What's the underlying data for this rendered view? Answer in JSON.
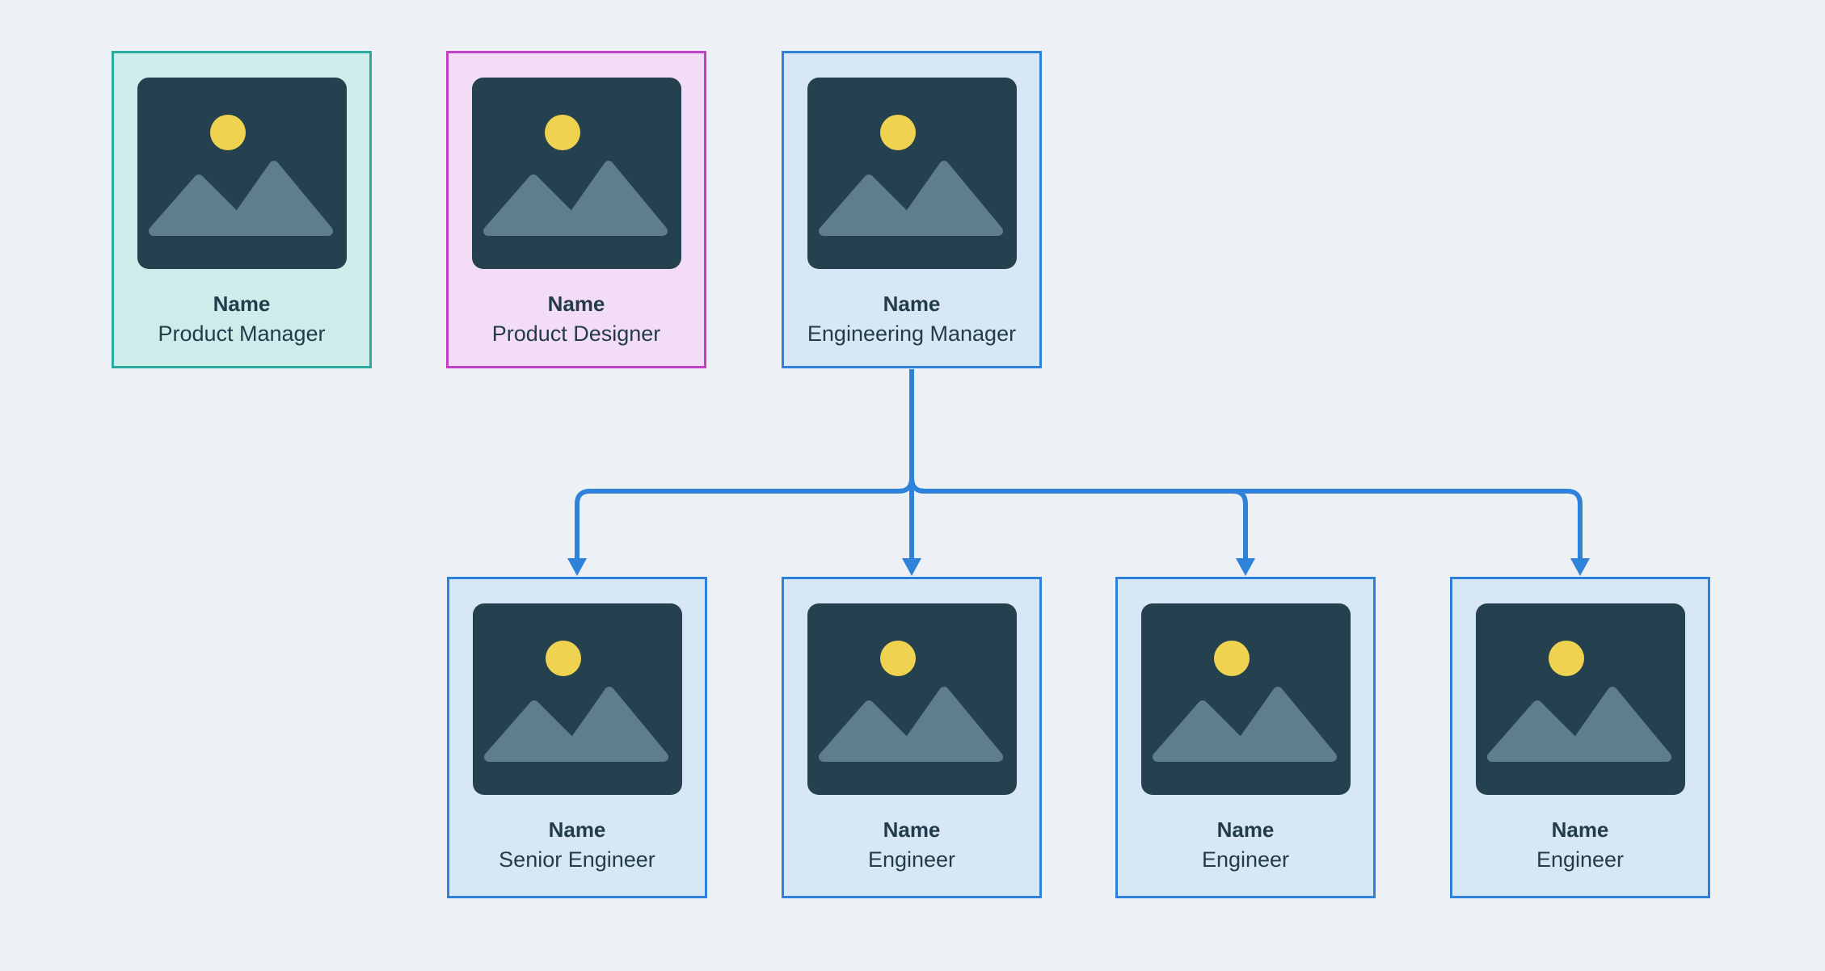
{
  "diagram": {
    "type": "org-chart",
    "relationships": [
      {
        "parent": "Engineering Manager",
        "children": [
          "Senior Engineer",
          "Engineer",
          "Engineer",
          "Engineer"
        ]
      }
    ]
  },
  "cards": [
    {
      "name": "Name",
      "role": "Product Manager",
      "theme": "teal"
    },
    {
      "name": "Name",
      "role": "Product Designer",
      "theme": "magenta"
    },
    {
      "name": "Name",
      "role": "Engineering Manager",
      "theme": "blue"
    },
    {
      "name": "Name",
      "role": "Senior Engineer",
      "theme": "blue"
    },
    {
      "name": "Name",
      "role": "Engineer",
      "theme": "blue"
    },
    {
      "name": "Name",
      "role": "Engineer",
      "theme": "blue"
    },
    {
      "name": "Name",
      "role": "Engineer",
      "theme": "blue"
    }
  ],
  "icons": {
    "thumbnail": "image-placeholder-icon"
  },
  "palette": {
    "background": "#edf1f5",
    "connector": "#2e82d9",
    "node_border_teal": "#2baba0",
    "node_fill_teal": "#d0ecea",
    "node_border_magenta": "#c340c8",
    "node_fill_magenta": "#f3dcf5",
    "node_border_blue": "#2e81d9",
    "node_fill_blue": "#d7e7f6",
    "image_background": "#25404e",
    "sun": "#eed250",
    "mountains": "#5f7e8d",
    "text": "#233c4b"
  }
}
